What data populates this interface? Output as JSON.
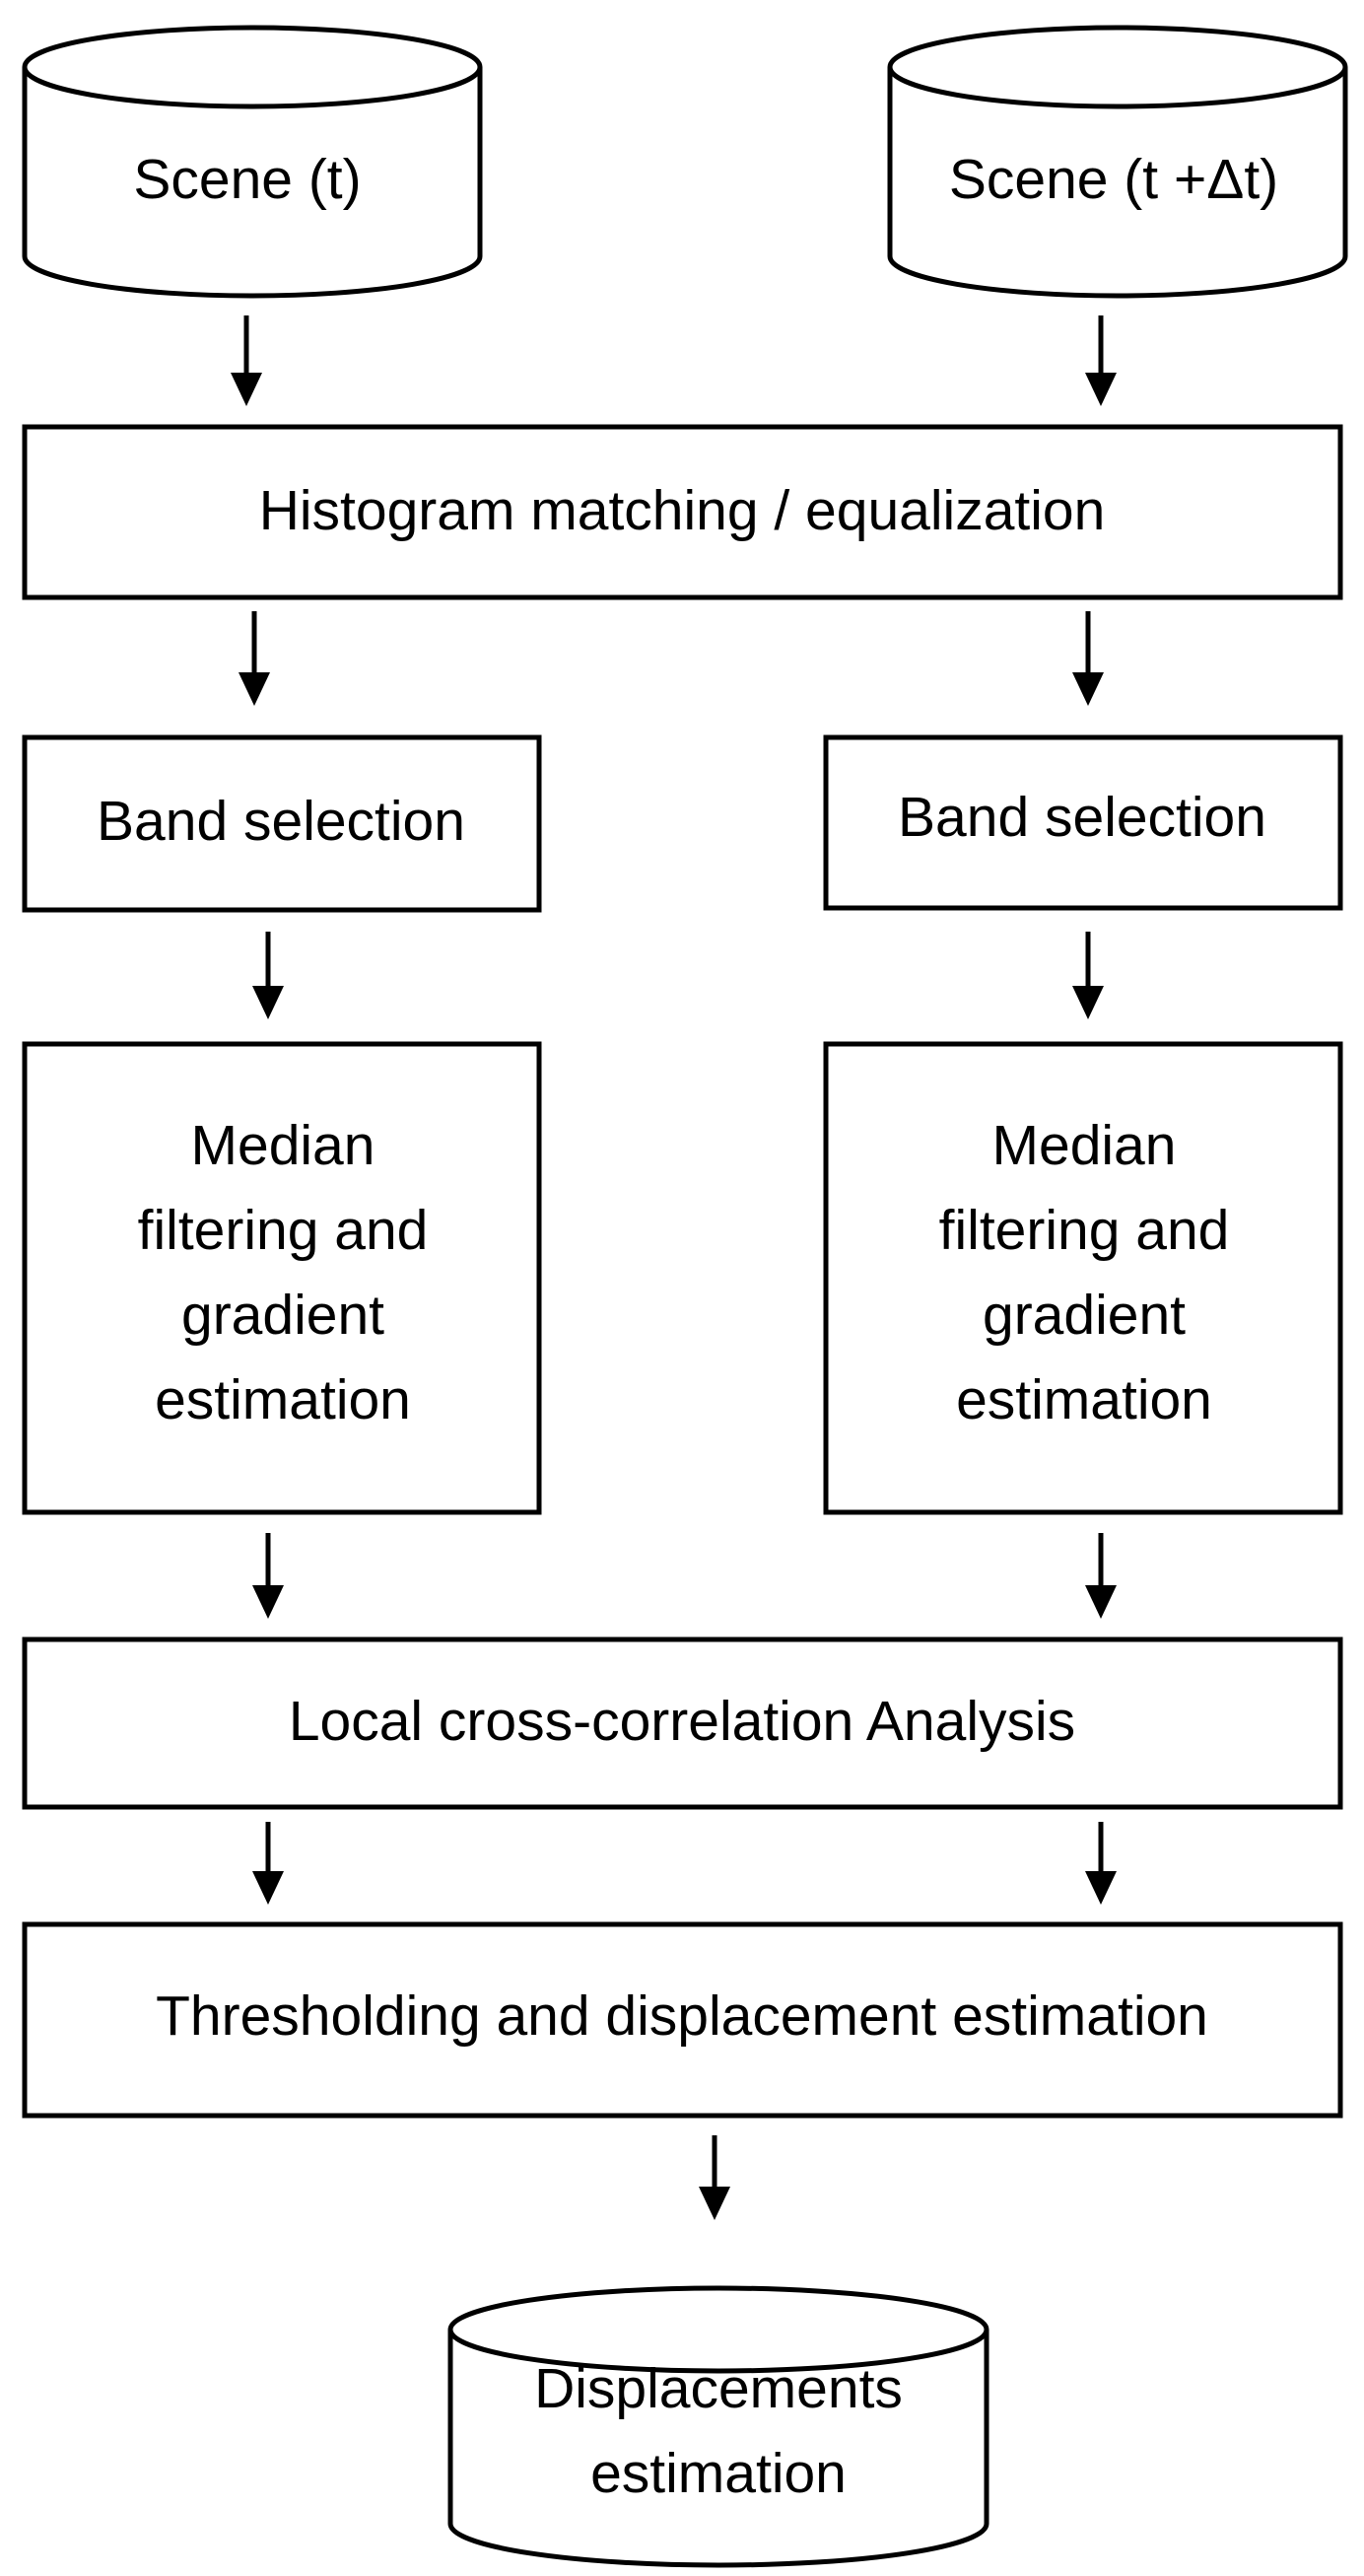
{
  "nodes": {
    "scene_t": {
      "lines": [
        "Scene (t)"
      ]
    },
    "scene_t_dt": {
      "lines": [
        "Scene (t +Δt)"
      ]
    },
    "histogram": {
      "lines": [
        "Histogram matching / equalization"
      ]
    },
    "band_left": {
      "lines": [
        "Band selection"
      ]
    },
    "band_right": {
      "lines": [
        "Band selection"
      ]
    },
    "median_left": {
      "lines": [
        "Median",
        "filtering and",
        "gradient",
        "estimation"
      ]
    },
    "median_right": {
      "lines": [
        "Median",
        "filtering and",
        "gradient",
        "estimation"
      ]
    },
    "cross_correlation": {
      "lines": [
        "Local cross-correlation Analysis"
      ]
    },
    "thresholding": {
      "lines": [
        "Thresholding and displacement estimation"
      ]
    },
    "displacements": {
      "lines": [
        "Displacements",
        "estimation"
      ]
    }
  },
  "colors": {
    "stroke": "#000000",
    "fill": "#ffffff",
    "text": "#000000"
  }
}
